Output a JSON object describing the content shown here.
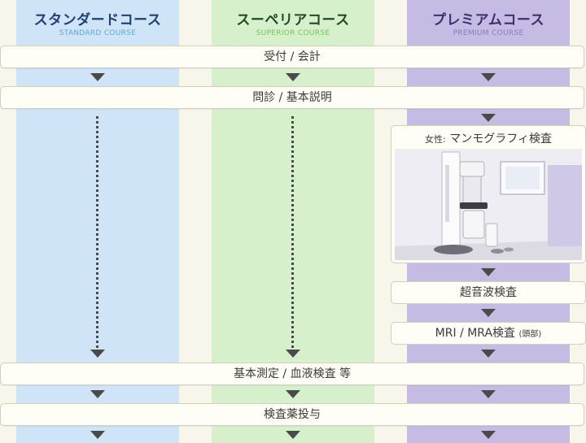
{
  "courses": [
    {
      "title": "スタンダードコース",
      "subtitle": "STANDARD COURSE"
    },
    {
      "title": "スーペリアコース",
      "subtitle": "SUPERIOR COURSE"
    },
    {
      "title": "プレミアムコース",
      "subtitle": "PREMIUM COURSE"
    }
  ],
  "steps": {
    "reception": "受付 / 会計",
    "consultation": "問診 / 基本説明",
    "basic_tests": "基本測定 / 血液検査 等",
    "drug_admin": "検査薬投与"
  },
  "premium_steps": {
    "mammography_prefix": "女性:",
    "mammography": "マンモグラフィ検査",
    "ultrasound": "超音波検査",
    "mri": "MRI / MRA検査",
    "mri_note": "(頭部)"
  },
  "colors": {
    "standard": "#cfe4f6",
    "superior": "#d7f0cc",
    "premium": "#c6bce3",
    "background": "#f8f6ea",
    "arrow": "#4a4a4a"
  },
  "icons": [
    "down-arrow-icon",
    "mammography-machine-photo"
  ]
}
